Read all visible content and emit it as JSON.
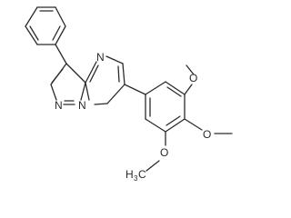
{
  "diagram": {
    "atom_labels": {
      "n_pyrimidine": "N",
      "n_pyrazole_left": "N",
      "n_bridge": "N",
      "o_top": "O",
      "o_right": "O",
      "o_bottom": "O",
      "methyl_bottom_h": "H",
      "methyl_bottom_sub": "3",
      "methyl_bottom_c": "C"
    }
  }
}
